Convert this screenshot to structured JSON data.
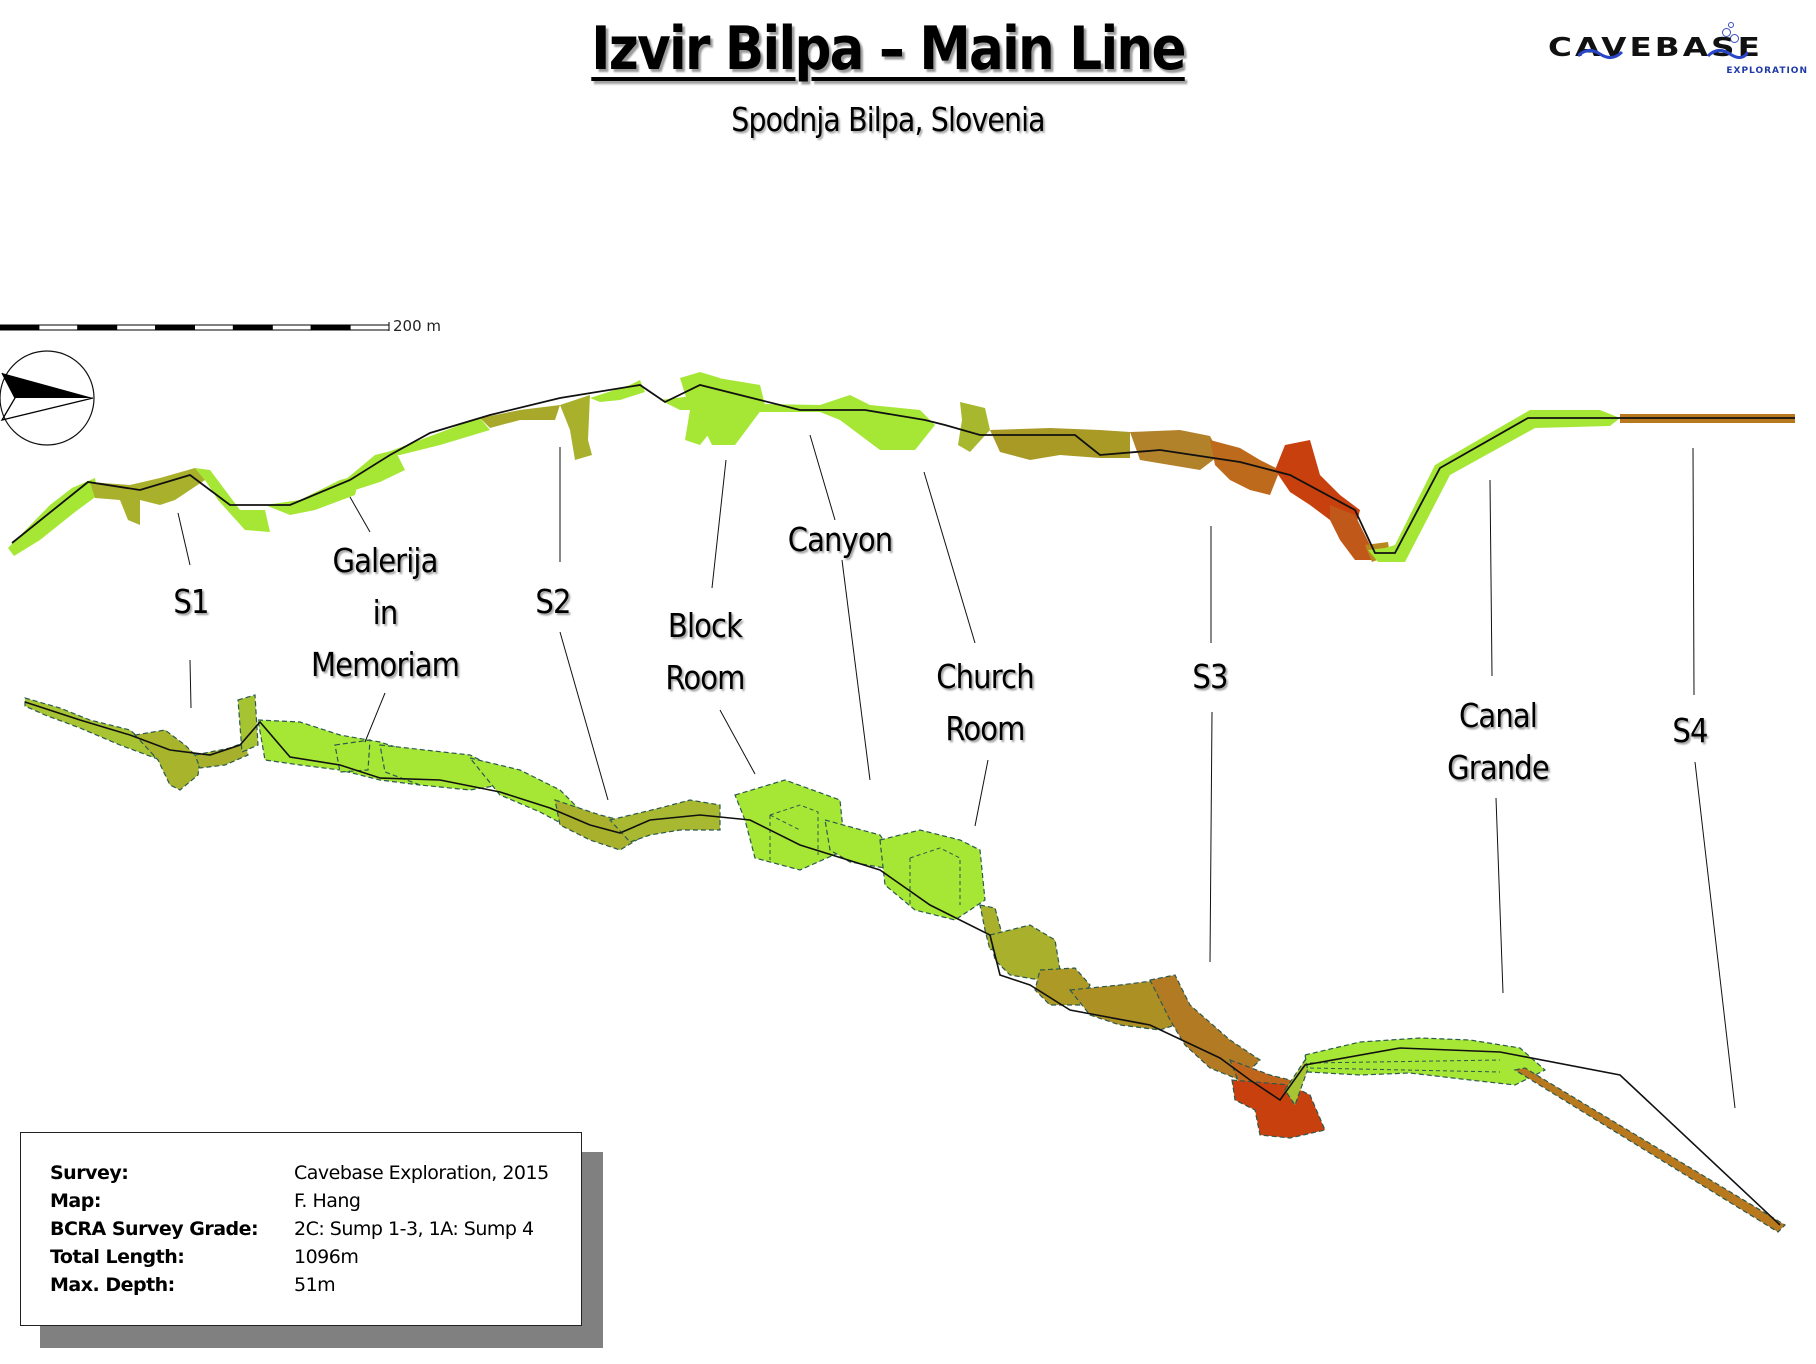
{
  "header": {
    "title": "Izvir Bilpa – Main Line",
    "subtitle": "Spodnja Bilpa, Slovenia"
  },
  "logo": {
    "name": "CAVEBASE",
    "tagline": "EXPLORATION",
    "text_color": "#111111",
    "tagline_color": "#1f3aa8"
  },
  "scale_bar": {
    "label": "200  m",
    "segments": 10
  },
  "compass": {
    "icon": "north-arrow-icon"
  },
  "colors": {
    "shallow": "#a6e635",
    "mid": "#a8a72a",
    "deep": "#c8400e",
    "sump4": "#b8781e",
    "centerline": "#111111",
    "wall_outline": "#2c5a50"
  },
  "labels": [
    {
      "id": "s1",
      "lines": [
        "S1"
      ]
    },
    {
      "id": "galerija",
      "lines": [
        "Galerija",
        "in",
        "Memoriam"
      ]
    },
    {
      "id": "s2",
      "lines": [
        "S2"
      ]
    },
    {
      "id": "block-room",
      "lines": [
        "Block",
        "Room"
      ]
    },
    {
      "id": "canyon",
      "lines": [
        "Canyon"
      ]
    },
    {
      "id": "church-room",
      "lines": [
        "Church",
        "Room"
      ]
    },
    {
      "id": "s3",
      "lines": [
        "S3"
      ]
    },
    {
      "id": "canal-grande",
      "lines": [
        "Canal",
        "Grande"
      ]
    },
    {
      "id": "s4",
      "lines": [
        "S4"
      ]
    }
  ],
  "info": {
    "rows": [
      {
        "key": "Survey:",
        "value": "Cavebase Exploration, 2015"
      },
      {
        "key": "Map:",
        "value": "F. Hang"
      },
      {
        "key": "BCRA Survey Grade:",
        "value": "2C: Sump 1-3, 1A: Sump 4"
      },
      {
        "key": "Total Length:",
        "value": "1096m"
      },
      {
        "key": "Max. Depth:",
        "value": "51m"
      }
    ]
  }
}
